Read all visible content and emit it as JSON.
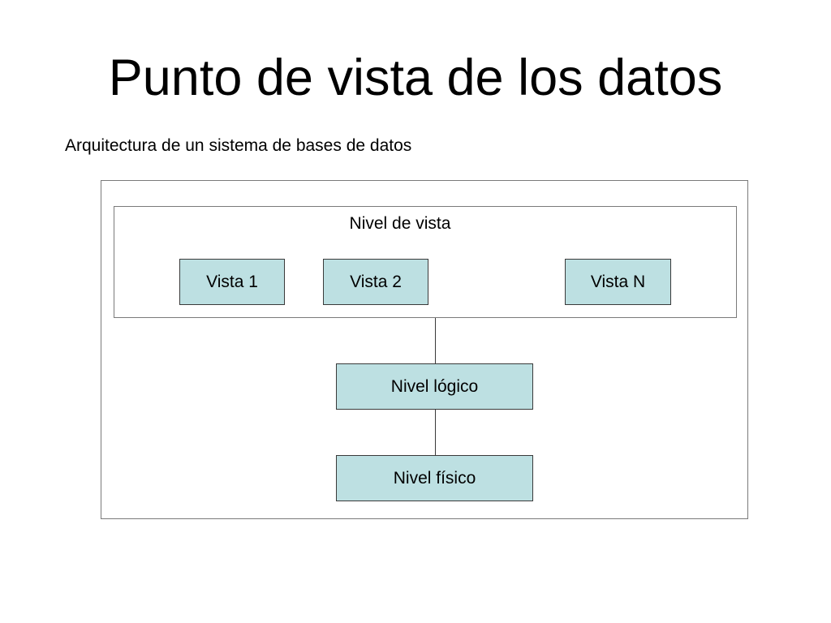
{
  "slide": {
    "title": "Punto de vista de los datos",
    "subtitle": "Arquitectura de un sistema de bases de datos"
  },
  "diagram": {
    "view_level_label": "Nivel de vista",
    "views": [
      "Vista 1",
      "Vista 2",
      "Vista N"
    ],
    "logical_level": "Nivel lógico",
    "physical_level": "Nivel físico",
    "colors": {
      "box_fill": "#bde0e2",
      "box_border": "#3a3a3a",
      "frame_border": "#7a7a7a"
    }
  }
}
